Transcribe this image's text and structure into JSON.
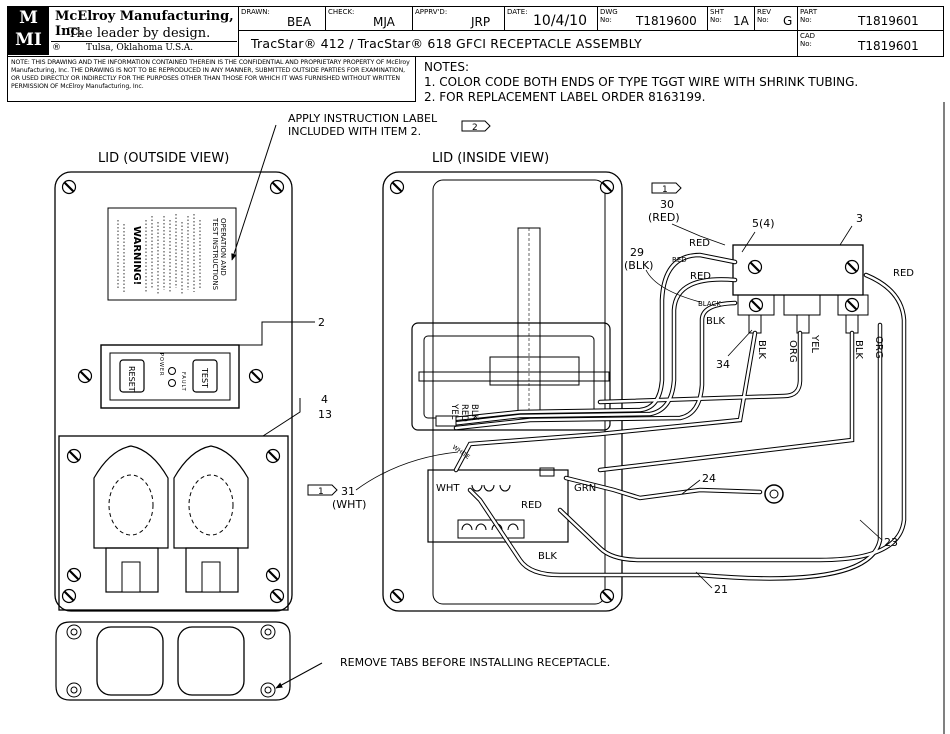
{
  "company": {
    "logo_text_top": "M",
    "logo_text_bottom": "MI",
    "name": "McElroy Manufacturing, Inc.",
    "slogan": "The leader by design.",
    "registered": "®",
    "location": "Tulsa, Oklahoma U.S.A."
  },
  "title_block": {
    "drawn_label": "DRAWN:",
    "drawn": "BEA",
    "check_label": "CHECK:",
    "check": "MJA",
    "approved_label": "APPRV'D:",
    "approved": "JRP",
    "date_label": "DATE:",
    "date": "10/4/10",
    "dwg_label": "DWG No:",
    "dwg": "T1819600",
    "sht_label": "SHT No:",
    "sht": "1A",
    "rev_label": "REV No:",
    "rev": "G",
    "part_label": "PART No:",
    "part": "T1819601",
    "cad_label": "CAD No:",
    "cad": "T1819601",
    "title": "TracStar® 412 / TracStar® 618 GFCI RECEPTACLE ASSEMBLY"
  },
  "notice": "NOTE: THIS DRAWING AND THE INFORMATION CONTAINED THEREIN IS THE CONFIDENTIAL AND PROPRIETARY PROPERTY OF McElroy Manufacturing, Inc. THE DRAWING IS NOT TO BE REPRODUCED IN ANY MANNER, SUBMITTED OUTSIDE PARTIES FOR EXAMINATION, OR USED DIRECTLY OR INDIRECTLY FOR THE PURPOSES OTHER THAN THOSE FOR WHICH IT WAS FURNISHED WITHOUT WRITTEN PERMISSION OF McElroy Manufacturing, Inc.",
  "notes": {
    "heading": "NOTES:",
    "items": [
      "1. COLOR CODE BOTH ENDS OF TYPE TGGT WIRE WITH SHRINK TUBING.",
      "2. FOR REPLACEMENT LABEL ORDER 8163199."
    ]
  },
  "views": {
    "outside": "LID (OUTSIDE VIEW)",
    "inside": "LID (INSIDE VIEW)"
  },
  "callouts": {
    "apply_label_1": "APPLY INSTRUCTION LABEL",
    "apply_label_2": "INCLUDED WITH ITEM 2.",
    "remove_tabs": "REMOVE TABS BEFORE INSTALLING RECEPTACLE.",
    "flag_1": "1",
    "flag_2": "2",
    "item_2": "2",
    "item_3": "3",
    "item_4": "4",
    "item_13": "13",
    "item_5": "5(4)",
    "item_30": "30",
    "item_30_color": "(RED)",
    "item_29": "29",
    "item_29_color": "(BLK)",
    "item_31": "31",
    "item_31_color": "(WHT)",
    "item_34": "34",
    "item_24": "24",
    "item_23": "23",
    "item_21": "21"
  },
  "label_sticker": {
    "warning": "WARNING!",
    "op_1": "OPERATION AND",
    "op_2": "TEST INSTRUCTIONS"
  },
  "gfci": {
    "reset": "RESET",
    "test": "TEST",
    "power": "POWER",
    "fault": "FAULT"
  },
  "wires": {
    "red": "RED",
    "blk": "BLK",
    "black": "BLACK",
    "yel": "YEL",
    "org": "ORG",
    "wht": "WHT",
    "grn": "GRN",
    "white": "WHITE"
  }
}
